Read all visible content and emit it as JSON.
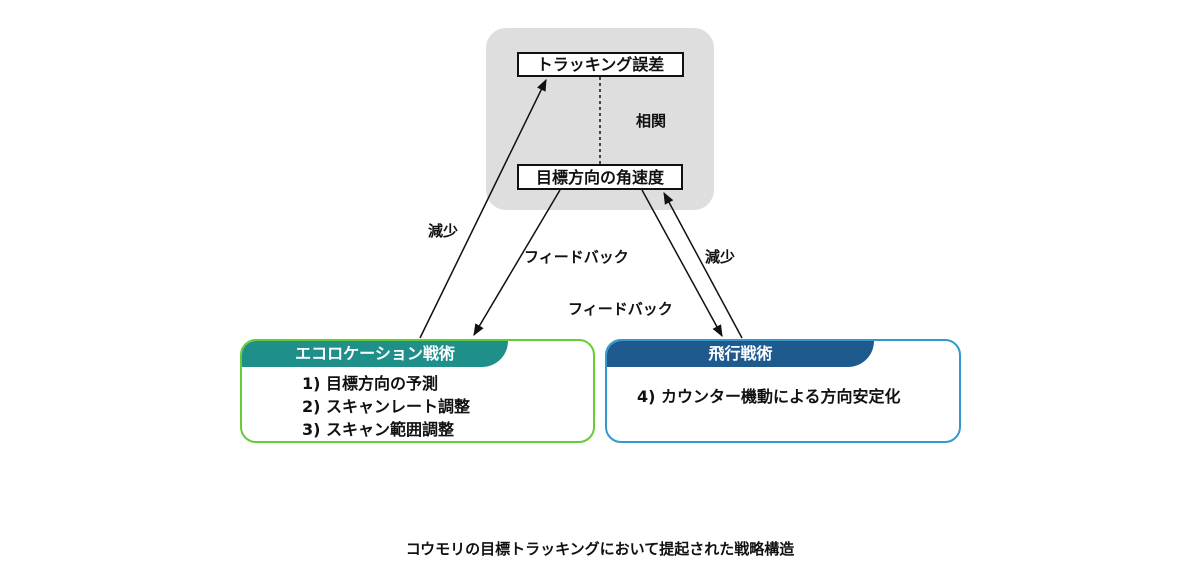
{
  "top_group": {
    "tracking_error": "トラッキング誤差",
    "target_angular_velocity": "目標方向の角速度",
    "correlation_label": "相関"
  },
  "arrows": {
    "left_decrease": "減少",
    "left_feedback": "フィードバック",
    "right_decrease": "減少",
    "right_feedback": "フィードバック"
  },
  "echolocation": {
    "title": "エコロケーション戦術",
    "items": [
      "1) 目標方向の予測",
      "2) スキャンレート調整",
      "3) スキャン範囲調整"
    ]
  },
  "flight": {
    "title": "飛行戦術",
    "items": [
      "4) カウンター機動による方向安定化"
    ]
  },
  "caption": "コウモリの目標トラッキングにおいて提起された戦略構造",
  "colors": {
    "echolocation_header": "#1f8f8a",
    "echolocation_border": "#66cc33",
    "flight_header": "#1f5a8f",
    "flight_border": "#3399cc",
    "group_bg": "#dedede"
  }
}
